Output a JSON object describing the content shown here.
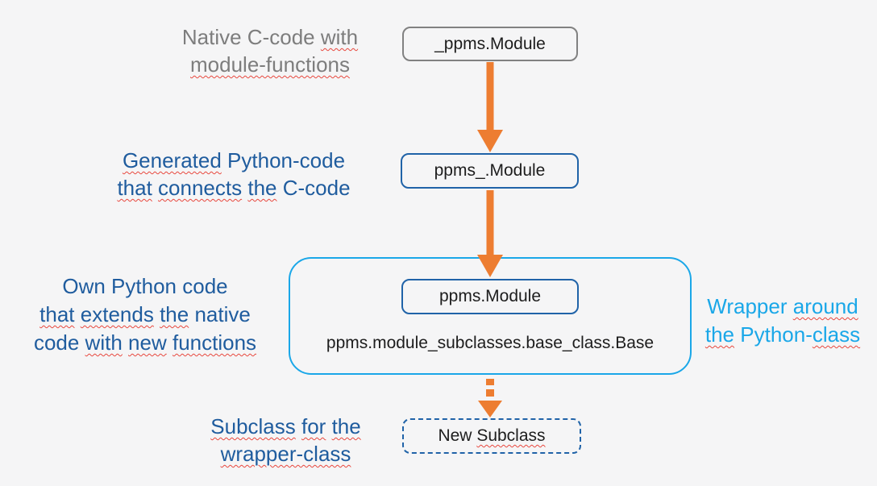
{
  "colors": {
    "bg": "#f5f5f6",
    "gray": "#7d7d7d",
    "blue": "#1f5c9e",
    "cyan": "#1aa7e8",
    "orange": "#ed7d31",
    "ink": "#1d1d1d",
    "squiggle": "#e8473d"
  },
  "annotations": {
    "native": {
      "color": "gray",
      "lines": [
        [
          {
            "t": "Native C-code ",
            "sq": false
          },
          {
            "t": "with",
            "sq": true
          }
        ],
        [
          {
            "t": "module-functions",
            "sq": true
          }
        ]
      ]
    },
    "generated": {
      "color": "blue",
      "lines": [
        [
          {
            "t": "Generated",
            "sq": true
          },
          {
            "t": " Python-code",
            "sq": false
          }
        ],
        [
          {
            "t": "that",
            "sq": true
          },
          {
            "t": " ",
            "sq": false
          },
          {
            "t": "connects",
            "sq": true
          },
          {
            "t": " ",
            "sq": false
          },
          {
            "t": "the",
            "sq": true
          },
          {
            "t": " C-code",
            "sq": false
          }
        ]
      ]
    },
    "own": {
      "color": "blue",
      "lines": [
        [
          {
            "t": "Own Python code",
            "sq": false
          }
        ],
        [
          {
            "t": "that",
            "sq": true
          },
          {
            "t": " ",
            "sq": false
          },
          {
            "t": "extends",
            "sq": true
          },
          {
            "t": " ",
            "sq": false
          },
          {
            "t": "the",
            "sq": true
          },
          {
            "t": " native",
            "sq": false
          }
        ],
        [
          {
            "t": "code ",
            "sq": false
          },
          {
            "t": "with",
            "sq": true
          },
          {
            "t": " ",
            "sq": false
          },
          {
            "t": "new",
            "sq": true
          },
          {
            "t": " ",
            "sq": false
          },
          {
            "t": "functions",
            "sq": true
          }
        ]
      ]
    },
    "wrapper": {
      "color": "cyan",
      "lines": [
        [
          {
            "t": "Wrapper ",
            "sq": false
          },
          {
            "t": "around",
            "sq": true
          }
        ],
        [
          {
            "t": "the",
            "sq": true
          },
          {
            "t": " Python-",
            "sq": false
          },
          {
            "t": "class",
            "sq": true
          }
        ]
      ]
    },
    "subclass": {
      "color": "blue",
      "lines": [
        [
          {
            "t": "Subclass",
            "sq": true
          },
          {
            "t": " ",
            "sq": false
          },
          {
            "t": "for",
            "sq": true
          },
          {
            "t": " ",
            "sq": false
          },
          {
            "t": "the",
            "sq": true
          }
        ],
        [
          {
            "t": "wrapper-class",
            "sq": true
          }
        ]
      ]
    }
  },
  "boxes": {
    "c_module": {
      "label": "_ppms.Module",
      "border": "gray-solid"
    },
    "py_module": {
      "label": "ppms_.Module",
      "border": "blue-solid"
    },
    "wrap_module": {
      "label": "ppms.Module",
      "border": "blue-solid"
    },
    "base_class": {
      "label": "ppms.module_subclasses.base_class.Base"
    },
    "new_subclass": {
      "border": "blue-dashed",
      "segments": [
        {
          "t": "New ",
          "sq": false
        },
        {
          "t": "Subclass",
          "sq": true
        }
      ]
    }
  },
  "arrows": [
    {
      "from": "_ppms.Module",
      "to": "ppms_.Module",
      "style": "solid",
      "color": "#ed7d31"
    },
    {
      "from": "ppms_.Module",
      "to": "ppms.Module",
      "style": "solid",
      "color": "#ed7d31"
    },
    {
      "from": "ppms.module_subclasses.base_class.Base",
      "to": "New Subclass",
      "style": "dotted",
      "color": "#ed7d31"
    }
  ]
}
